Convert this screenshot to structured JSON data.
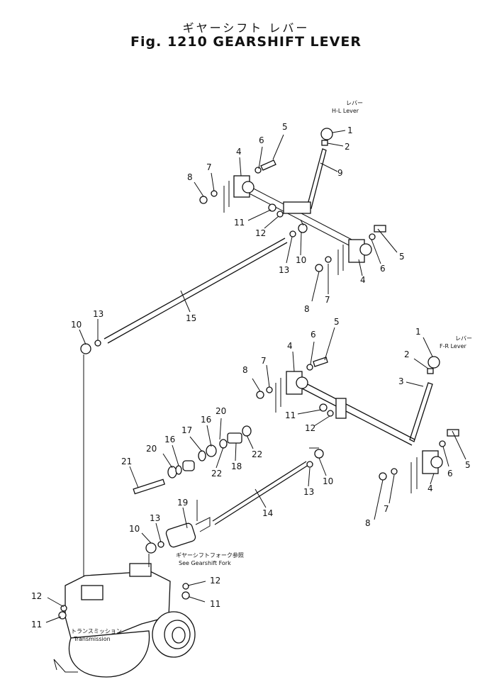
{
  "title_jp": "ギヤーシフト レバー",
  "title_en": "Fig. 1210 GEARSHIFT LEVER",
  "captions": {
    "hl_jp": "レバー",
    "hl_en": "H-L Lever",
    "fr_jp": "レバー",
    "fr_en": "F-R Lever",
    "fork_jp": "ギヤーシフトフォーク参照",
    "fork_en": "See Gearshift Fork",
    "trans_jp": "トランスミッション",
    "trans_en": "Transmission"
  },
  "callouts": {
    "c1a": "1",
    "c2a": "2",
    "c9": "9",
    "c5a": "5",
    "c6a": "6",
    "c4a": "4",
    "c7a": "7",
    "c8a": "8",
    "c11a": "11",
    "c12a": "12",
    "c10a": "10",
    "c13a": "13",
    "c5b": "5",
    "c6b": "6",
    "c4b": "4",
    "c7b": "7",
    "c8b": "8",
    "c15": "15",
    "c10b": "10",
    "c13b": "13",
    "c1b": "1",
    "c2b": "2",
    "c3": "3",
    "c5c": "5",
    "c6c": "6",
    "c4c": "4",
    "c7c": "7",
    "c8c": "8",
    "c11b": "11",
    "c12b": "12",
    "c5d": "5",
    "c6d": "6",
    "c4d": "4",
    "c7d": "7",
    "c8d": "8",
    "c20a": "20",
    "c16a": "16",
    "c17": "17",
    "c22a": "22",
    "c18": "18",
    "c22b": "22",
    "c21": "21",
    "c20b": "20",
    "c16b": "16",
    "c10c": "10",
    "c13c": "13",
    "c14": "14",
    "c19": "19",
    "c10d": "10",
    "c13d": "13",
    "c12c": "12",
    "c11c": "11",
    "c12d": "12",
    "c11d": "11"
  }
}
